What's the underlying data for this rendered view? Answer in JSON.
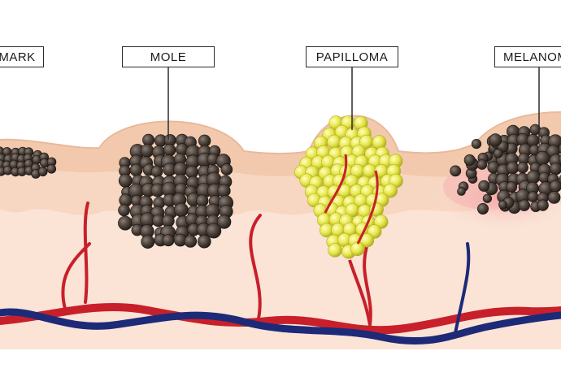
{
  "labels": {
    "birthmark": "MARK",
    "mole": "MOLE",
    "papilloma": "PAPILLOMA",
    "melanoma": "MELANOMA"
  },
  "colors": {
    "background": "#ffffff",
    "epidermis": "#f2c9ad",
    "dermis": "#fbe3d6",
    "artery": "#c8202a",
    "vein": "#1d2a78",
    "mole_cell": "#4a403a",
    "papilloma_cell": "#e6e64a",
    "melanoma_spread": "#f6b3b3"
  }
}
